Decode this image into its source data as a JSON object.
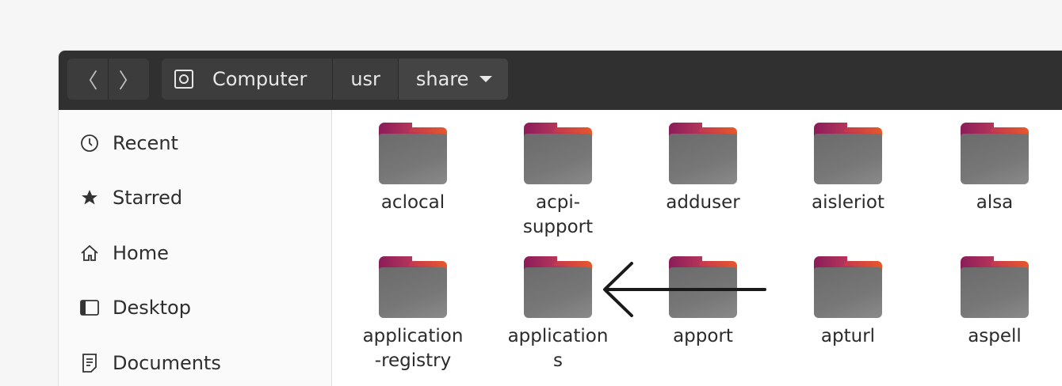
{
  "nav": {
    "back_icon": "〈",
    "forward_icon": "〉"
  },
  "pathbar": {
    "crumbs": [
      "Computer",
      "usr",
      "share"
    ]
  },
  "sidebar": {
    "items": [
      {
        "label": "Recent",
        "icon": "clock-icon",
        "glyph": "🕔"
      },
      {
        "label": "Starred",
        "icon": "star-icon",
        "glyph": "★"
      },
      {
        "label": "Home",
        "icon": "home-icon",
        "glyph": "⌂"
      },
      {
        "label": "Desktop",
        "icon": "desktop-icon",
        "glyph": "▭"
      },
      {
        "label": "Documents",
        "icon": "document-icon",
        "glyph": "▤"
      }
    ]
  },
  "folders": [
    {
      "label": "aclocal"
    },
    {
      "label": "acpi-\nsupport"
    },
    {
      "label": "adduser"
    },
    {
      "label": "aisleriot"
    },
    {
      "label": "alsa"
    },
    {
      "label": "application\n-registry"
    },
    {
      "label": "application\ns"
    },
    {
      "label": "apport"
    },
    {
      "label": "apturl"
    },
    {
      "label": "aspell"
    }
  ],
  "annotation": {
    "type": "arrow",
    "color": "#1a1a1a",
    "target": "applications"
  }
}
